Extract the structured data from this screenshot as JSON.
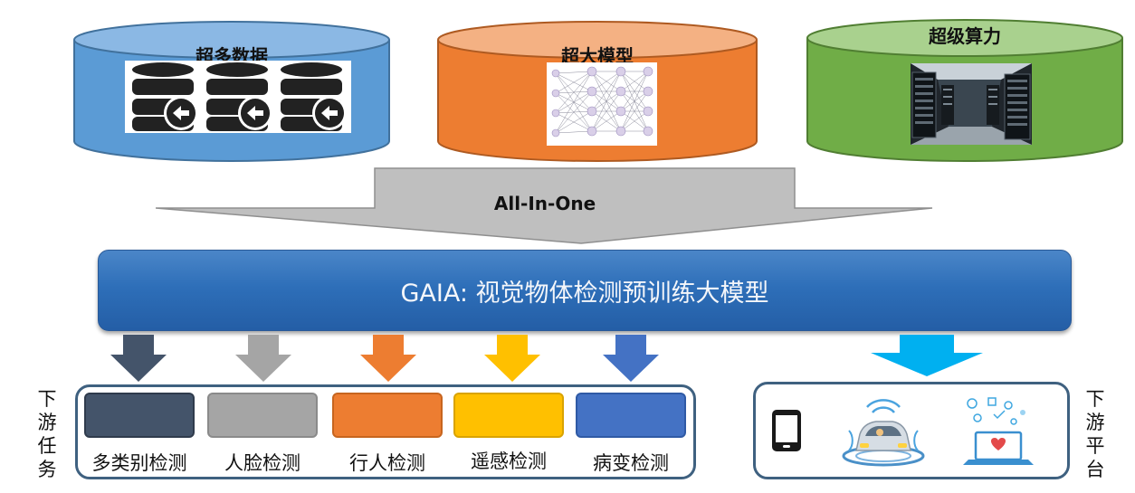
{
  "resources": {
    "data": {
      "title": "超多数据",
      "color": "#5b9bd5",
      "icon": "database-icon"
    },
    "model": {
      "title": "超大模型",
      "color": "#ed7d31",
      "icon": "neural-network-icon"
    },
    "compute": {
      "title": "超级算力",
      "color": "#70ad47",
      "icon": "server-rack-icon"
    }
  },
  "merge_arrow": {
    "label": "All-In-One"
  },
  "gaia": {
    "title": "GAIA: 视觉物体检测预训练大模型"
  },
  "tasks": {
    "side_label": [
      "下",
      "游",
      "任",
      "务"
    ],
    "items": [
      {
        "label": "多类别检测",
        "color": "#44546a"
      },
      {
        "label": "人脸检测",
        "color": "#a5a5a5"
      },
      {
        "label": "行人检测",
        "color": "#ed7d31"
      },
      {
        "label": "遥感检测",
        "color": "#ffc000"
      },
      {
        "label": "病变检测",
        "color": "#4472c4"
      }
    ]
  },
  "platforms": {
    "side_label": [
      "下",
      "游",
      "平",
      "台"
    ],
    "arrow_color": "#00b0f0",
    "items": [
      {
        "icon": "smartphone-icon"
      },
      {
        "icon": "autonomous-car-icon"
      },
      {
        "icon": "medical-laptop-icon"
      }
    ]
  }
}
